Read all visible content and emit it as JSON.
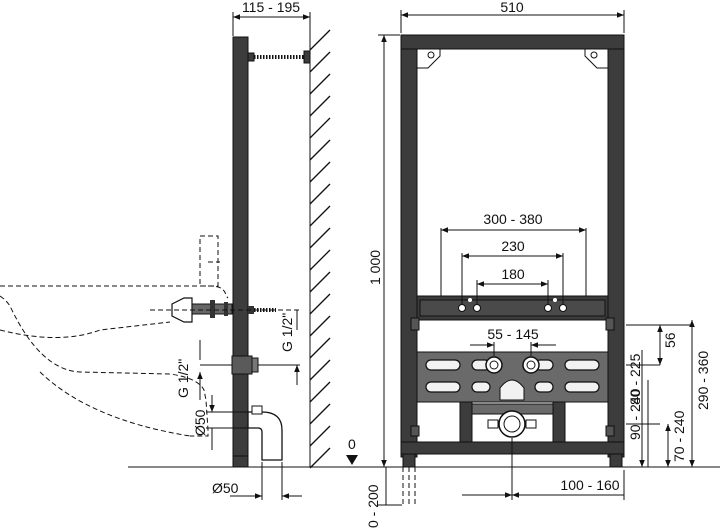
{
  "dimensions": {
    "wall_distance": "115 - 195",
    "frame_width": "510",
    "frame_height": "1 000",
    "bracket_spacing": "300 - 380",
    "fixing_230": "230",
    "fixing_180": "180",
    "inlet_spacing": "55 - 145",
    "thread_top": "G 1/2\"",
    "thread_side": "G 1/2\"",
    "drain_diameter_side": "Ø50",
    "drain_diameter_bottom": "Ø50",
    "floor_zero": "0",
    "foot_adjust": "0 - 200",
    "drain_offset": "100 - 160",
    "dim_56": "56",
    "dim_80_225": "80 - 225",
    "dim_290_360": "290 - 360",
    "dim_90_240": "90 - 240",
    "dim_70_240": "70 - 240"
  }
}
